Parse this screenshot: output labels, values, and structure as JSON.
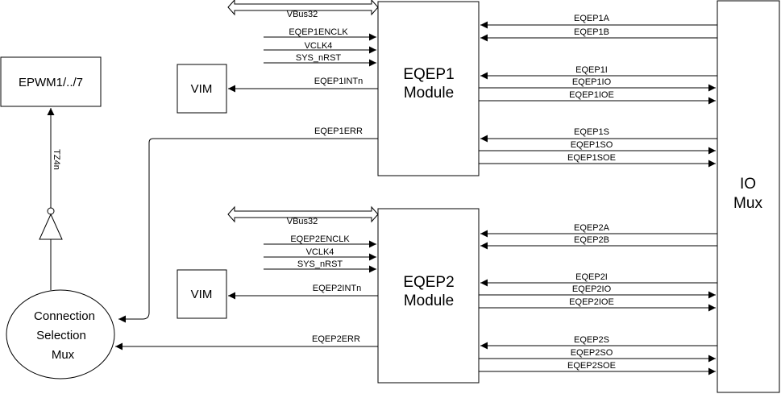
{
  "blocks": {
    "eqep1": {
      "line1": "EQEP1",
      "line2": "Module"
    },
    "eqep2": {
      "line1": "EQEP2",
      "line2": "Module"
    },
    "iomux": {
      "line1": "IO",
      "line2": "Mux"
    },
    "vim1": "VIM",
    "vim2": "VIM",
    "epwm": "EPWM1/../7",
    "conn_mux": {
      "line1": "Connection",
      "line2": "Selection",
      "line3": "Mux"
    }
  },
  "signals": {
    "eqep1_left": {
      "vbus": "VBus32",
      "enclk": "EQEP1ENCLK",
      "vclk": "VCLK4",
      "rst": "SYS_nRST",
      "intn": "EQEP1INTn",
      "err": "EQEP1ERR"
    },
    "eqep2_left": {
      "vbus": "VBus32",
      "enclk": "EQEP2ENCLK",
      "vclk": "VCLK4",
      "rst": "SYS_nRST",
      "intn": "EQEP2INTn",
      "err": "EQEP2ERR"
    },
    "eqep1_right": [
      "EQEP1A",
      "EQEP1B",
      "EQEP1I",
      "EQEP1IO",
      "EQEP1IOE",
      "EQEP1S",
      "EQEP1SO",
      "EQEP1SOE"
    ],
    "eqep2_right": [
      "EQEP2A",
      "EQEP2B",
      "EQEP2I",
      "EQEP2IO",
      "EQEP2IOE",
      "EQEP2S",
      "EQEP2SO",
      "EQEP2SOE"
    ],
    "tz": "TZ4n"
  }
}
